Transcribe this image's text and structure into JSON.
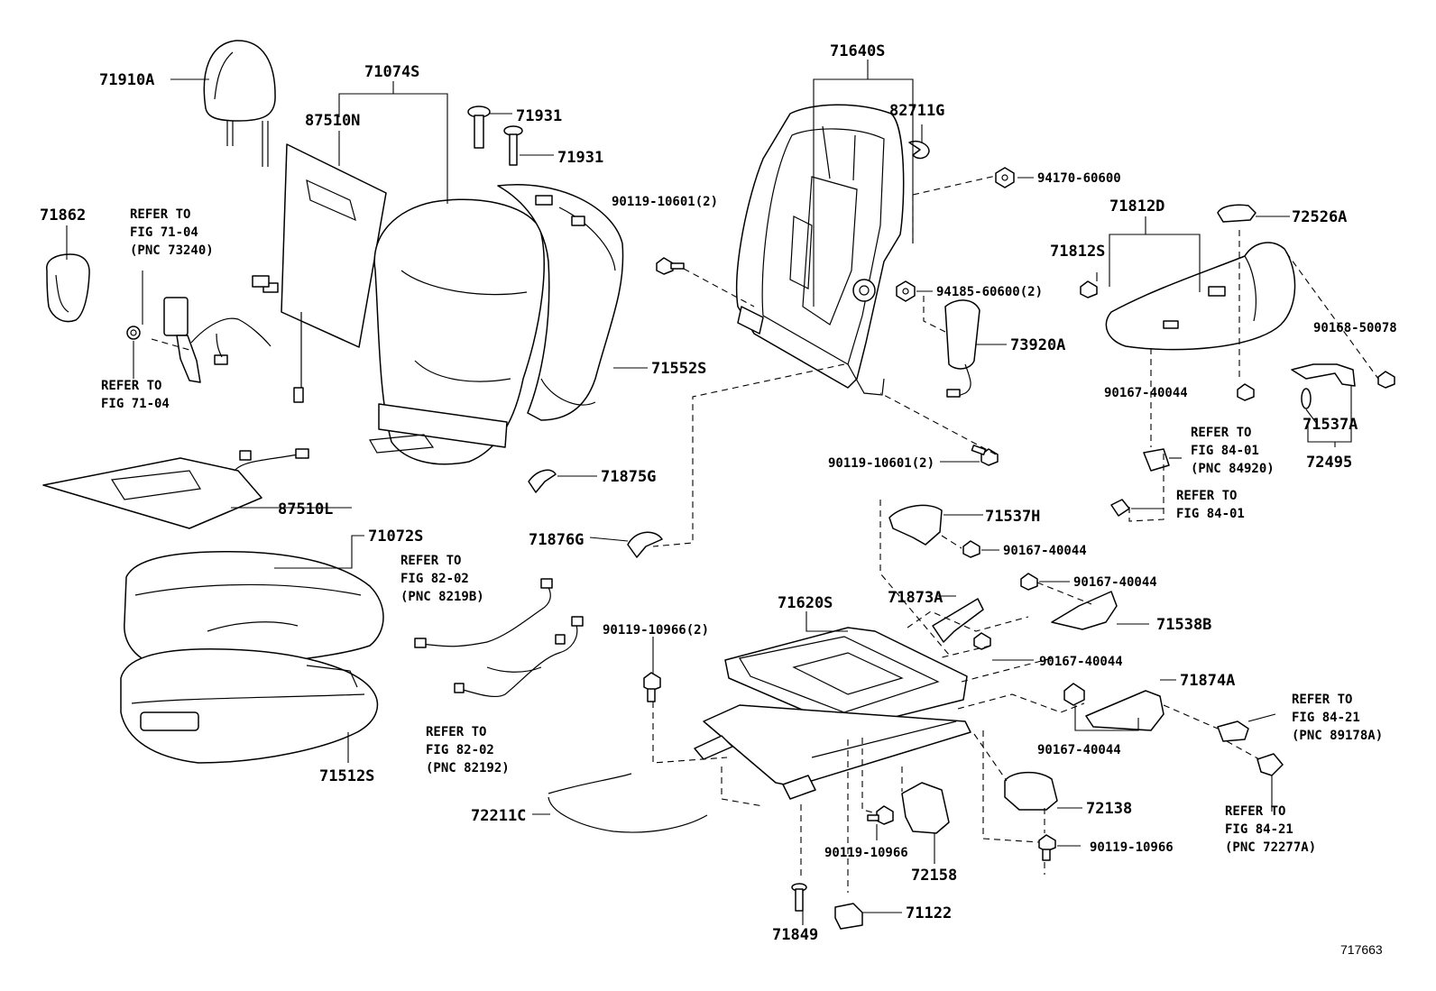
{
  "labels": {
    "l71910A": "71910A",
    "l71074S": "71074S",
    "l87510N": "87510N",
    "l71931a": "71931",
    "l71931b": "71931",
    "l71862": "71862",
    "l71640S": "71640S",
    "l82711G": "82711G",
    "l90119_10601a": "90119-10601(2)",
    "l94170_60600": "94170-60600",
    "l71812D": "71812D",
    "l72526A": "72526A",
    "l71812S": "71812S",
    "l94185_60600": "94185-60600(2)",
    "l73920A": "73920A",
    "l90168_50078": "90168-50078",
    "l71552S": "71552S",
    "l90167_40044a": "90167-40044",
    "l71537A": "71537A",
    "l72495": "72495",
    "l90119_10601b": "90119-10601(2)",
    "l71875G": "71875G",
    "l87510L": "87510L",
    "l71072S": "71072S",
    "l71876G": "71876G",
    "l71537H": "71537H",
    "l90167_40044b": "90167-40044",
    "l90167_40044c": "90167-40044",
    "l71620S": "71620S",
    "l71873A": "71873A",
    "l90119_10966a": "90119-10966(2)",
    "l71538B": "71538B",
    "l90167_40044d": "90167-40044",
    "l71874A": "71874A",
    "l90167_40044e": "90167-40044",
    "l71512S": "71512S",
    "l72138": "72138",
    "l72211C": "72211C",
    "l90119_10966b": "90119-10966",
    "l90119_10966c": "90119-10966",
    "l72158": "72158",
    "l71849": "71849",
    "l71122": "71122"
  },
  "refs": {
    "r7104a": [
      "REFER TO",
      "FIG 71-04",
      "(PNC 73240)"
    ],
    "r7104b": [
      "REFER TO",
      "FIG 71-04"
    ],
    "r8401a": [
      "REFER TO",
      "FIG 84-01",
      "(PNC 84920)"
    ],
    "r8401b": [
      "REFER TO",
      "FIG 84-01"
    ],
    "r8202a": [
      "REFER TO",
      "FIG 82-02",
      "(PNC 8219B)"
    ],
    "r8202b": [
      "REFER TO",
      "FIG 82-02",
      "(PNC 82192)"
    ],
    "r8421a": [
      "REFER TO",
      "FIG 84-21",
      "(PNC 89178A)"
    ],
    "r8421b": [
      "REFER TO",
      "FIG 84-21",
      "(PNC 72277A)"
    ]
  },
  "illustration_id": "717663"
}
